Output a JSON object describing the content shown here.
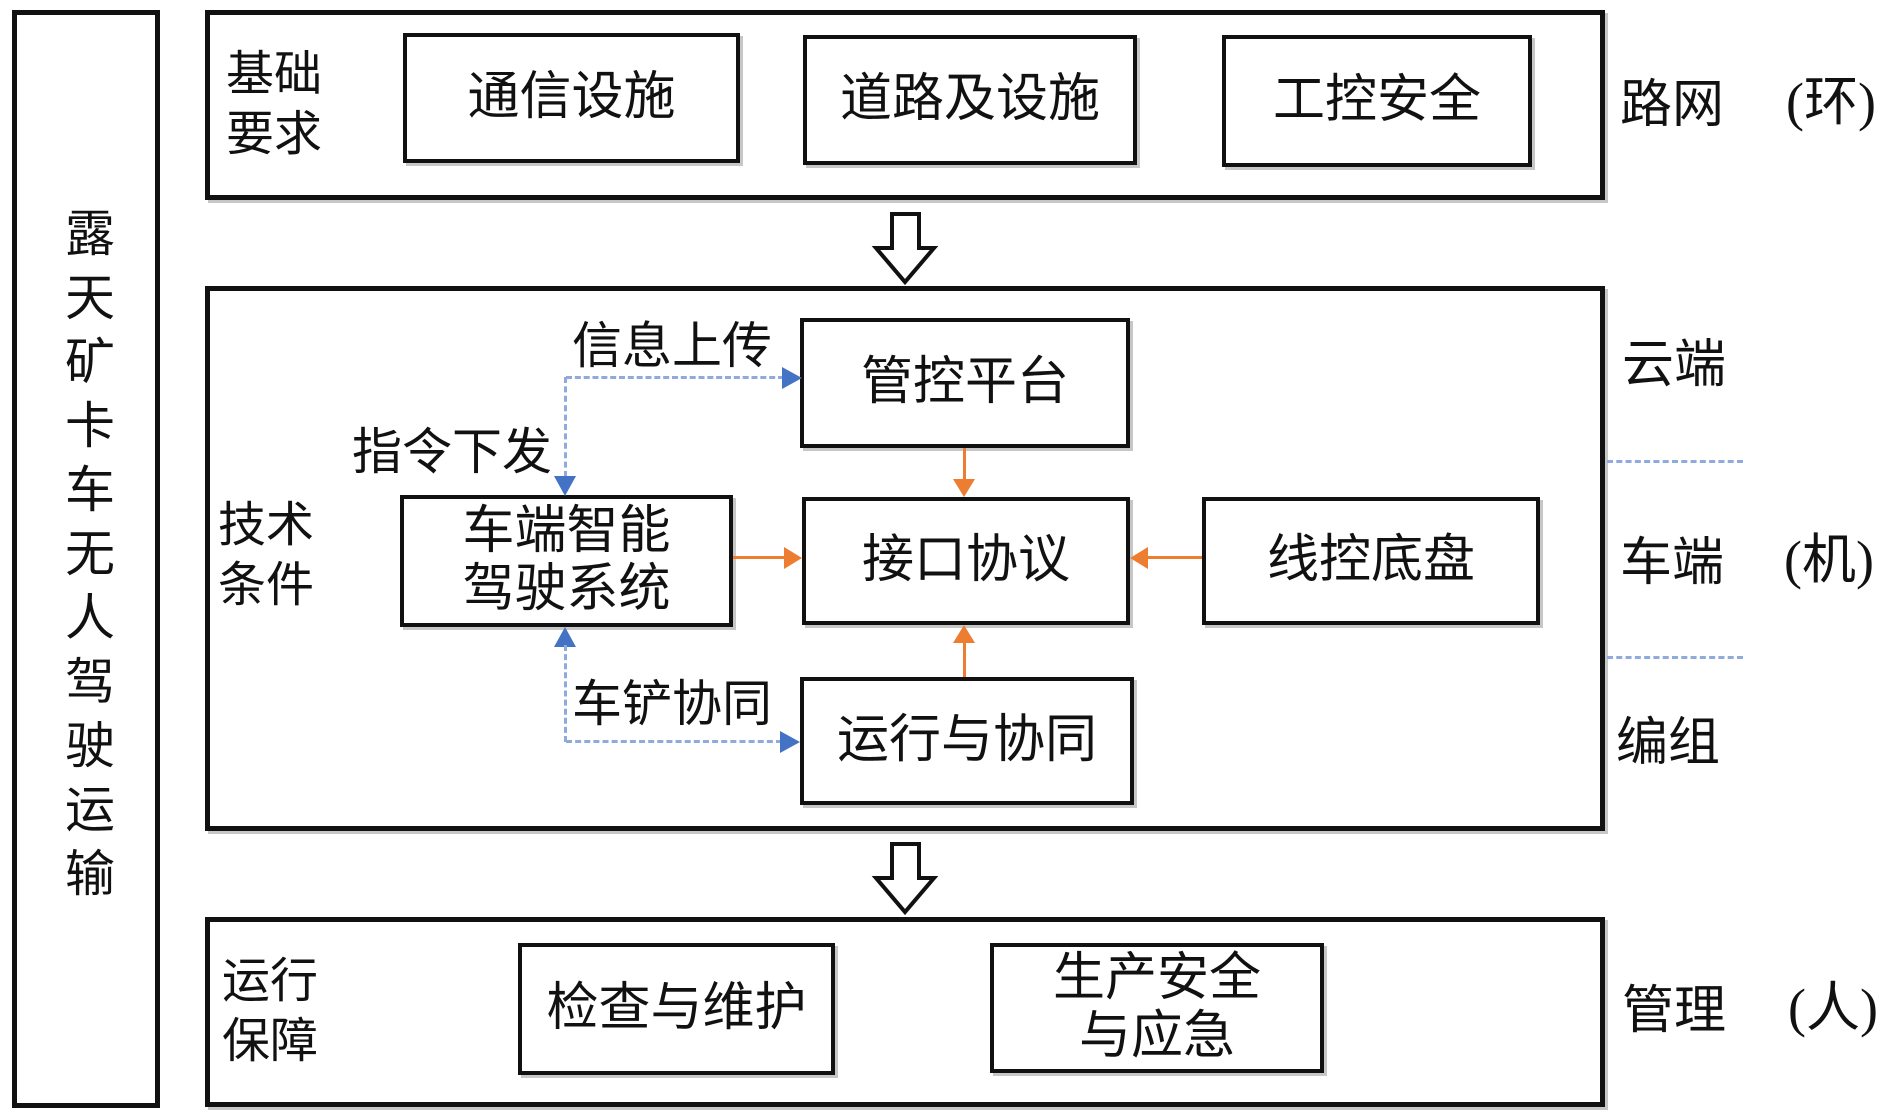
{
  "colors": {
    "box_border": "#111111",
    "orange_arrow": "#ED7D31",
    "blue_arrowhead": "#4472C4",
    "blue_dash": "#8FAADC"
  },
  "side": {
    "title": "露天矿卡车无人驾驶运输"
  },
  "top": {
    "label": {
      "line1": "基础",
      "line2": "要求"
    },
    "boxes": {
      "comm": "通信设施",
      "road": "道路及设施",
      "ics": "工控安全"
    },
    "right": {
      "label": "路网",
      "paren": "(环)"
    }
  },
  "middle": {
    "label": {
      "line1": "技术",
      "line2": "条件"
    },
    "boxes": {
      "platform": "管控平台",
      "vehicle": {
        "line1": "车端智能",
        "line2": "驾驶系统"
      },
      "interface": "接口协议",
      "chassis": "线控底盘",
      "operation": "运行与协同"
    },
    "edges": {
      "upload": "信息上传",
      "command": "指令下发",
      "shovel": "车铲协同"
    },
    "right": {
      "cloud": "云端",
      "vehicle": "车端",
      "vehicle_paren": "(机)",
      "formation": "编组"
    }
  },
  "bottom": {
    "label": {
      "line1": "运行",
      "line2": "保障"
    },
    "boxes": {
      "inspection": "检查与维护",
      "safety": {
        "line1": "生产安全",
        "line2": "与应急"
      }
    },
    "right": {
      "label": "管理",
      "paren": "(人)"
    }
  }
}
